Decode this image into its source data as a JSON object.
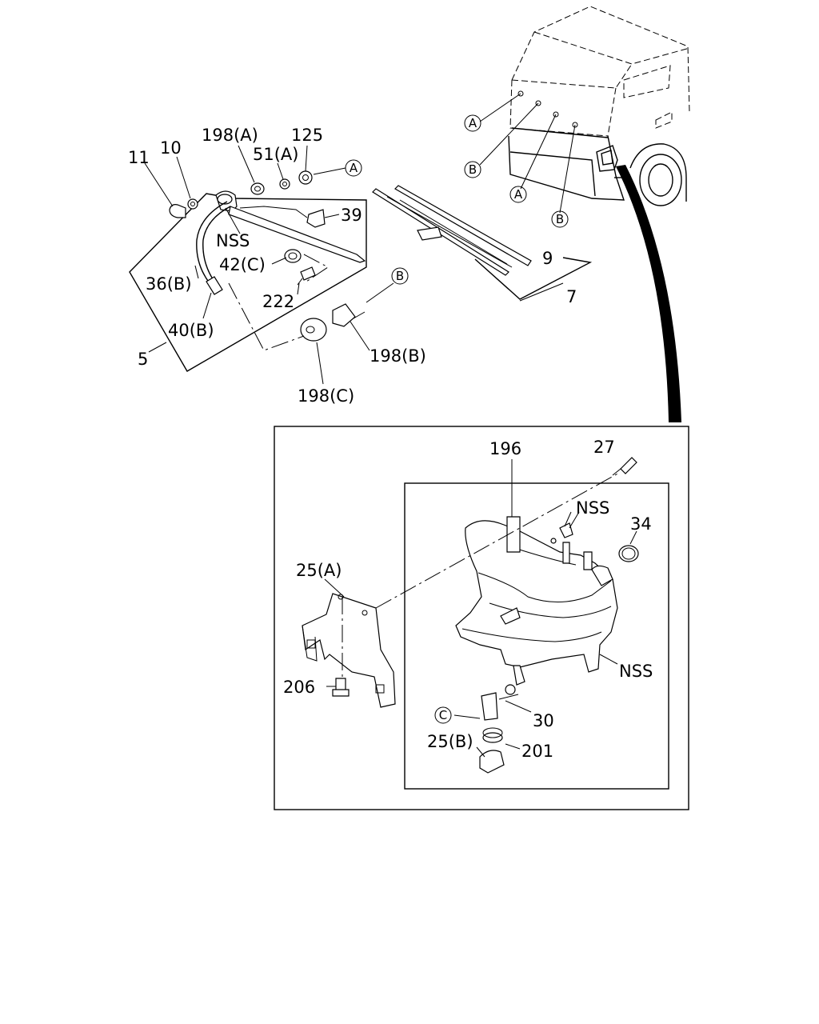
{
  "labels": {
    "p11": "11",
    "p10": "10",
    "p198a": "198(A)",
    "p51a": "51(A)",
    "p125": "125",
    "p39": "39",
    "nss_arm": "NSS",
    "p42c": "42(C)",
    "p36b": "36(B)",
    "p222": "222",
    "p40b": "40(B)",
    "p5": "5",
    "p198b": "198(B)",
    "p198c": "198(C)",
    "p9": "9",
    "p7": "7",
    "p196": "196",
    "p27": "27",
    "nss_nozzle": "NSS",
    "p34": "34",
    "p25a": "25(A)",
    "nss_tank": "NSS",
    "p206": "206",
    "p30": "30",
    "p25b": "25(B)",
    "p201": "201"
  },
  "refs": {
    "A": "A",
    "B": "B",
    "C": "C"
  }
}
